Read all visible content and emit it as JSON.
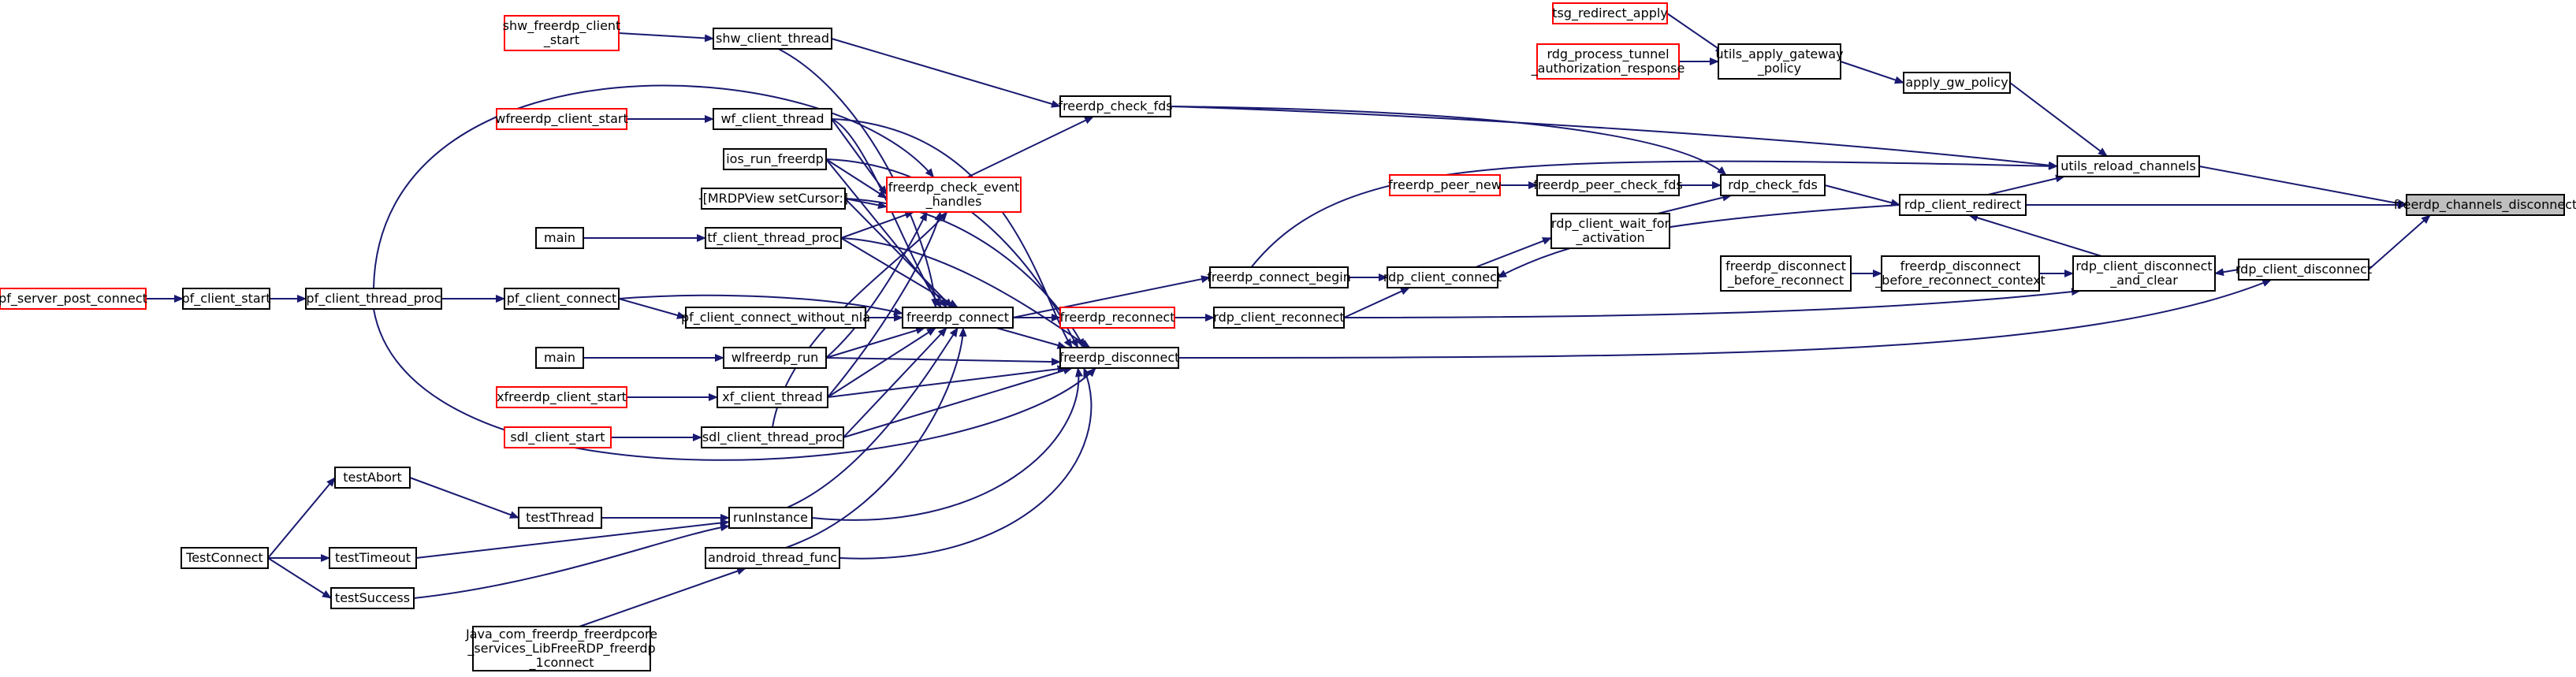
{
  "colors": {
    "edge": "#191970",
    "border": "#000000",
    "incomplete_border": "#ff0000",
    "highlight_fill": "#bfbfbf"
  },
  "nodes": [
    {
      "id": "target",
      "lines": [
        "freerdp_channels_disconnect"
      ]
    },
    {
      "id": "utils_reload_channels",
      "lines": [
        "utils_reload_channels"
      ]
    },
    {
      "id": "rdp_client_redirect",
      "lines": [
        "rdp_client_redirect"
      ]
    },
    {
      "id": "rdp_client_disconnect",
      "lines": [
        "rdp_client_disconnect"
      ]
    },
    {
      "id": "apply_gw_policy",
      "lines": [
        "apply_gw_policy"
      ]
    },
    {
      "id": "utils_apply_gateway_policy",
      "lines": [
        "utils_apply_gateway",
        "_policy"
      ]
    },
    {
      "id": "tsg_redirect_apply",
      "lines": [
        "tsg_redirect_apply"
      ]
    },
    {
      "id": "rdg_process_tunnel",
      "lines": [
        "rdg_process_tunnel",
        "_authorization_response"
      ]
    },
    {
      "id": "rdp_check_fds",
      "lines": [
        "rdp_check_fds"
      ]
    },
    {
      "id": "rdp_client_disconnect_and_clear",
      "lines": [
        "rdp_client_disconnect",
        "_and_clear"
      ]
    },
    {
      "id": "freerdp_peer_check_fds",
      "lines": [
        "freerdp_peer_check_fds"
      ]
    },
    {
      "id": "freerdp_peer_new",
      "lines": [
        "freerdp_peer_new"
      ]
    },
    {
      "id": "rdp_client_wait_for_activation",
      "lines": [
        "rdp_client_wait_for",
        "_activation"
      ]
    },
    {
      "id": "freerdp_disconnect_before_reconnect_context",
      "lines": [
        "freerdp_disconnect",
        "_before_reconnect_context"
      ]
    },
    {
      "id": "freerdp_disconnect_before_reconnect",
      "lines": [
        "freerdp_disconnect",
        "_before_reconnect"
      ]
    },
    {
      "id": "rdp_client_connect",
      "lines": [
        "rdp_client_connect"
      ]
    },
    {
      "id": "rdp_client_reconnect",
      "lines": [
        "rdp_client_reconnect"
      ]
    },
    {
      "id": "freerdp_disconnect",
      "lines": [
        "freerdp_disconnect"
      ]
    },
    {
      "id": "freerdp_check_fds",
      "lines": [
        "freerdp_check_fds"
      ]
    },
    {
      "id": "freerdp_connect_begin",
      "lines": [
        "freerdp_connect_begin"
      ]
    },
    {
      "id": "freerdp_reconnect",
      "lines": [
        "freerdp_reconnect"
      ]
    },
    {
      "id": "freerdp_connect",
      "lines": [
        "freerdp_connect"
      ]
    },
    {
      "id": "freerdp_check_event_handles",
      "lines": [
        "freerdp_check_event",
        "_handles"
      ]
    },
    {
      "id": "shw_client_thread",
      "lines": [
        "shw_client_thread"
      ]
    },
    {
      "id": "shw_freerdp_client_start",
      "lines": [
        "shw_freerdp_client",
        "_start"
      ]
    },
    {
      "id": "wf_client_thread",
      "lines": [
        "wf_client_thread"
      ]
    },
    {
      "id": "wfreerdp_client_start",
      "lines": [
        "wfreerdp_client_start"
      ]
    },
    {
      "id": "ios_run_freerdp",
      "lines": [
        "ios_run_freerdp"
      ]
    },
    {
      "id": "mrdpview_setcursor",
      "lines": [
        "-[MRDPView setCursor:]"
      ]
    },
    {
      "id": "tf_client_thread_proc",
      "lines": [
        "tf_client_thread_proc"
      ]
    },
    {
      "id": "main1",
      "lines": [
        "main"
      ]
    },
    {
      "id": "pf_client_connect",
      "lines": [
        "pf_client_connect"
      ]
    },
    {
      "id": "pf_client_connect_without_nla",
      "lines": [
        "pf_client_connect_without_nla"
      ]
    },
    {
      "id": "pf_client_thread_proc",
      "lines": [
        "pf_client_thread_proc"
      ]
    },
    {
      "id": "pf_client_start",
      "lines": [
        "pf_client_start"
      ]
    },
    {
      "id": "pf_server_post_connect",
      "lines": [
        "pf_server_post_connect"
      ]
    },
    {
      "id": "wlfreerdp_run",
      "lines": [
        "wlfreerdp_run"
      ]
    },
    {
      "id": "main2",
      "lines": [
        "main"
      ]
    },
    {
      "id": "xf_client_thread",
      "lines": [
        "xf_client_thread"
      ]
    },
    {
      "id": "xfreerdp_client_start",
      "lines": [
        "xfreerdp_client_start"
      ]
    },
    {
      "id": "sdl_client_thread_proc",
      "lines": [
        "sdl_client_thread_proc"
      ]
    },
    {
      "id": "sdl_client_start",
      "lines": [
        "sdl_client_start"
      ]
    },
    {
      "id": "runinstance",
      "lines": [
        "runInstance"
      ]
    },
    {
      "id": "testthread",
      "lines": [
        "testThread"
      ]
    },
    {
      "id": "testabort",
      "lines": [
        "testAbort"
      ]
    },
    {
      "id": "testtimeout",
      "lines": [
        "testTimeout"
      ]
    },
    {
      "id": "testsuccess",
      "lines": [
        "testSuccess"
      ]
    },
    {
      "id": "testconnect",
      "lines": [
        "TestConnect"
      ]
    },
    {
      "id": "android_thread_func",
      "lines": [
        "android_thread_func"
      ]
    },
    {
      "id": "java_connect",
      "lines": [
        "Java_com_freerdp_freerdpcore",
        "_services_LibFreeRDP_freerdp",
        "_1connect"
      ]
    }
  ]
}
